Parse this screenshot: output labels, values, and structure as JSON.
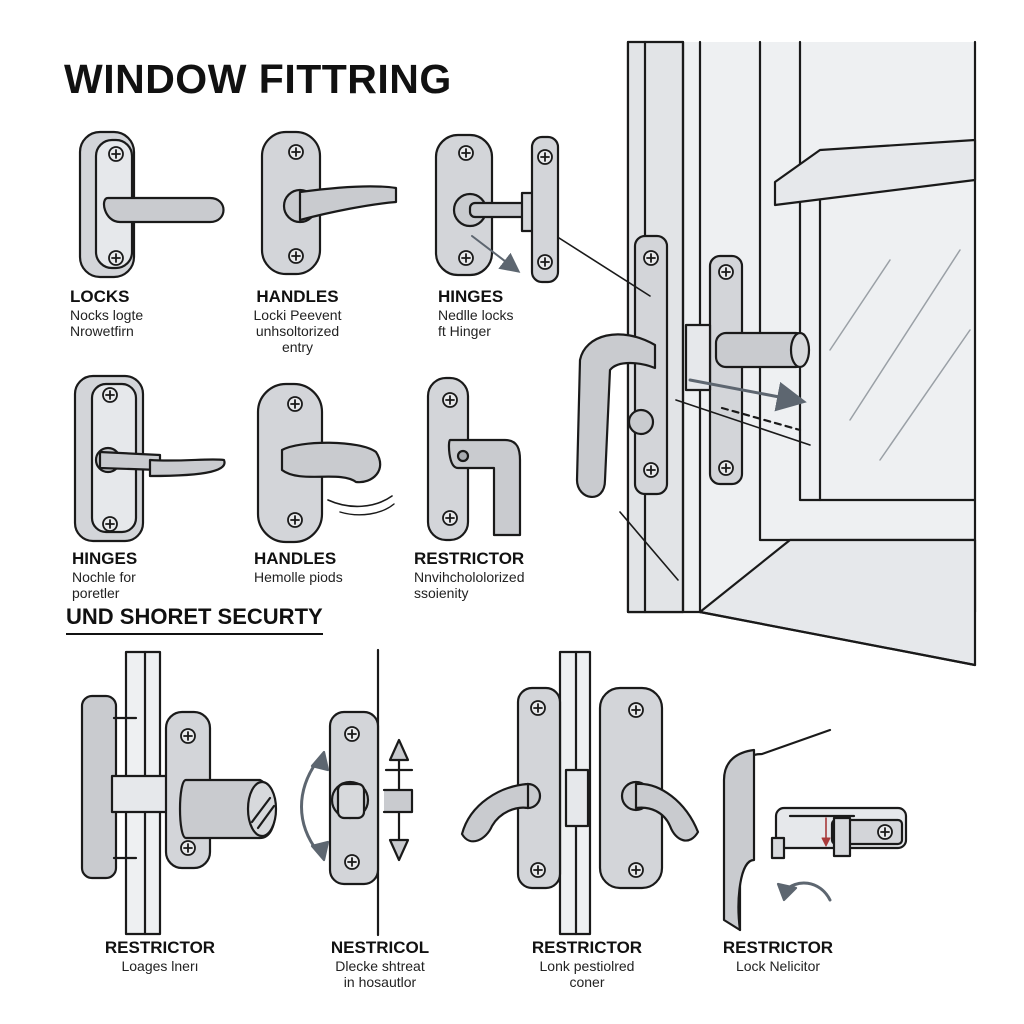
{
  "title": "WINDOW FITTRING",
  "section_title": "UND SHORET SECURTY",
  "top_items": [
    {
      "heading": "LOCKS",
      "lines": [
        "Nocks logte",
        "Nrowetfirn"
      ]
    },
    {
      "heading": "HANDLES",
      "lines": [
        "Locki Peevent",
        "unhsoltorized",
        "entry"
      ]
    },
    {
      "heading": "HINGES",
      "lines": [
        "Nedlle locks",
        "ft Hinger"
      ]
    },
    {
      "heading": "HINGES",
      "lines": [
        "Nochle for",
        "poretler"
      ]
    },
    {
      "heading": "HANDLES",
      "lines": [
        "Hemolle piods"
      ]
    },
    {
      "heading": "RESTRICTOR",
      "lines": [
        "Nnvihchololorized",
        "ssoienity"
      ]
    }
  ],
  "bottom_items": [
    {
      "heading": "RESTRICTOR",
      "lines": [
        "Loages lnerı"
      ]
    },
    {
      "heading": "NESTRICOL",
      "lines": [
        "Dlecke shtreat",
        "in hosautlor"
      ]
    },
    {
      "heading": "RESTRICTOR",
      "lines": [
        "Lonk pestiolred",
        "coner"
      ]
    },
    {
      "heading": "RESTRICTOR",
      "lines": [
        "Lock Nelicitor"
      ]
    }
  ],
  "colors": {
    "ink": "#1a1a1a",
    "metal": "#c9cbcf",
    "metal_dark": "#a9acb1",
    "frame": "#e4e6e9",
    "arrow": "#5d6670"
  }
}
